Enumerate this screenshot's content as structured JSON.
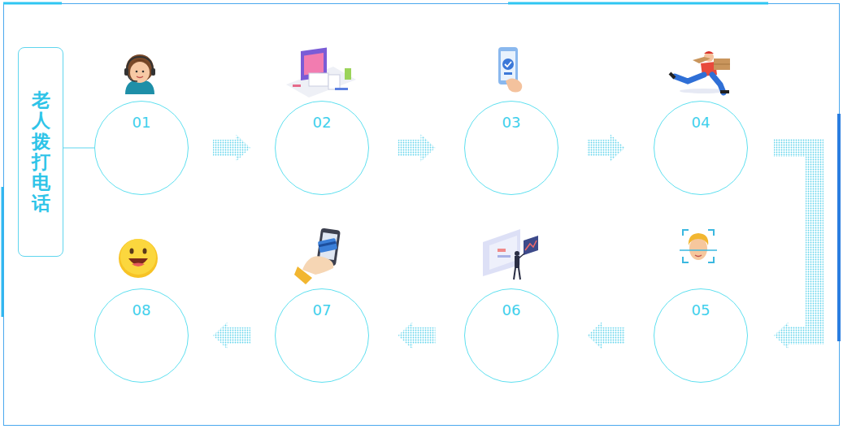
{
  "diagram": {
    "nodes": [
      {
        "text": [
          "老人拨打电话"
        ]
      },
      {
        "text": [
          "01"
        ]
      },
      {
        "text": [
          "02"
        ]
      },
      {
        "text": [
          "03"
        ]
      },
      {
        "text": [
          "04"
        ]
      },
      {
        "text": [
          "05"
        ]
      },
      {
        "text": [
          "06"
        ]
      },
      {
        "text": [
          "07"
        ]
      },
      {
        "text": [
          "08"
        ]
      }
    ],
    "edges": [
      {
        "from": 0,
        "to": 1,
        "arrow": "none"
      },
      {
        "from": 1,
        "to": 2,
        "arrow": "to"
      },
      {
        "from": 2,
        "to": 3,
        "arrow": "to"
      },
      {
        "from": 3,
        "to": 4,
        "arrow": "to"
      },
      {
        "from": 4,
        "to": 5,
        "arrow": "to"
      },
      {
        "from": 5,
        "to": 6,
        "arrow": "to"
      },
      {
        "from": 6,
        "to": 7,
        "arrow": "to"
      },
      {
        "from": 7,
        "to": 8,
        "arrow": "to"
      }
    ]
  }
}
